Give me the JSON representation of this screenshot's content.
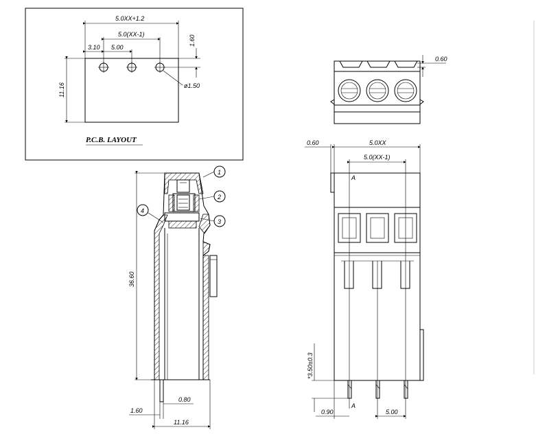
{
  "pcb_layout": {
    "title": "P.C.B. LAYOUT",
    "dim_total_width": "5.0XX+1.2",
    "dim_pitch_span": "5.0(XX-1)",
    "dim_edge_offset": "3.10",
    "dim_pitch": "5.00",
    "dim_top_offset": "1.60",
    "dim_height": "11.16",
    "dim_hole": "ø1.50"
  },
  "side_view": {
    "dim_height": "36.60",
    "dim_pin_width": "0.80",
    "dim_pin_offset": "1.60",
    "dim_depth": "11.16",
    "callouts": [
      "1",
      "2",
      "3",
      "4"
    ]
  },
  "top_view": {
    "dim_latch": "0.60"
  },
  "front_view": {
    "dim_left_offset": "0.60",
    "dim_total_width": "5.0XX",
    "dim_pitch_span": "5.0(XX-1)",
    "section_mark": "A",
    "dim_pin_length": "*3.50±0.3",
    "dim_pin_offset": "0.90",
    "dim_pitch": "5.00"
  }
}
